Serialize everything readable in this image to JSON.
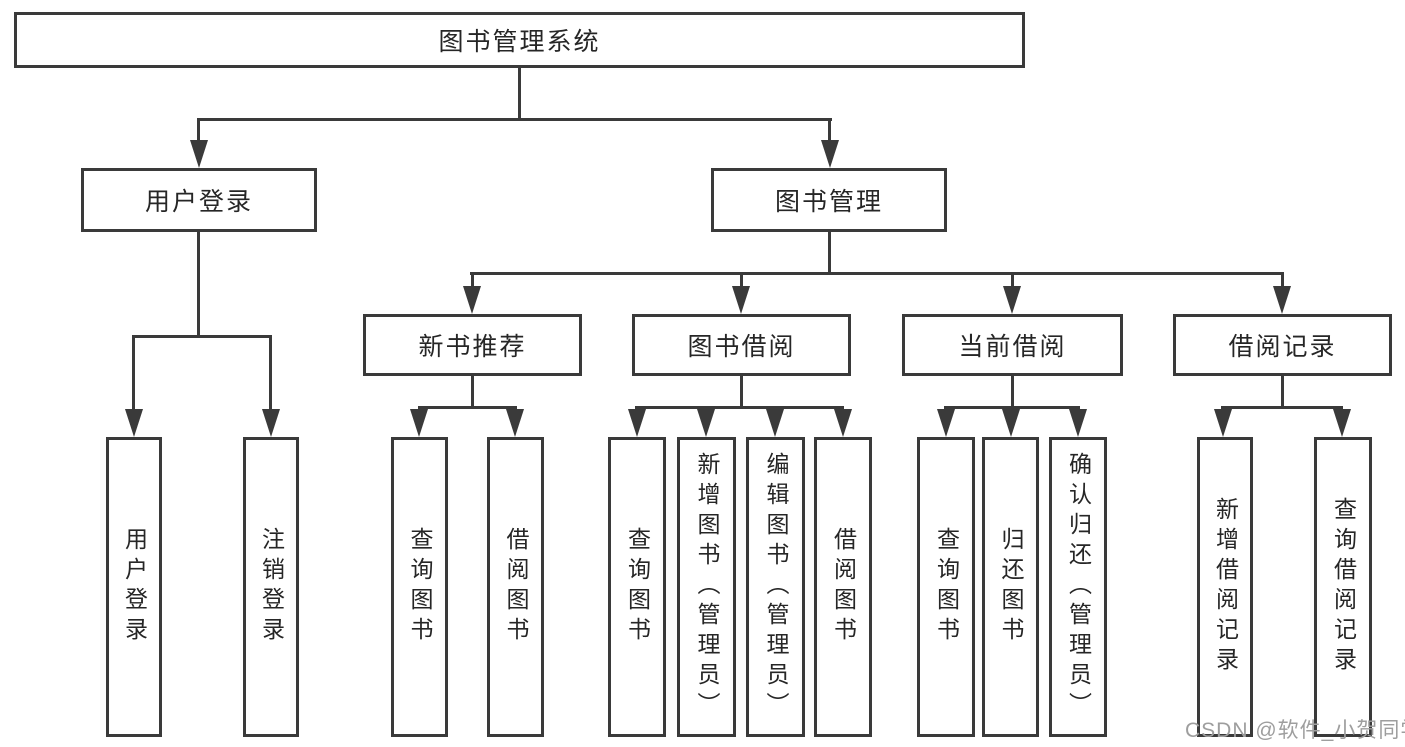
{
  "nodes": {
    "root": "图书管理系统",
    "level2": [
      "用户登录",
      "图书管理"
    ],
    "level3": [
      "新书推荐",
      "图书借阅",
      "当前借阅",
      "借阅记录"
    ],
    "leaves": {
      "user_login": [
        "用户登录",
        "注销登录"
      ],
      "new_book_recommend": [
        "查询图书",
        "借阅图书"
      ],
      "book_borrow": [
        "查询图书",
        "新增图书（管理员）",
        "编辑图书（管理员）",
        "借阅图书"
      ],
      "current_borrow": [
        "查询图书",
        "归还图书",
        "确认归还（管理员）"
      ],
      "borrow_records": [
        "新增借阅记录",
        "查询借阅记录"
      ]
    }
  },
  "watermark": "CSDN @软件_小贺同学",
  "colors": {
    "line": "#3a3a3a",
    "text": "#262626",
    "background": "#ffffff",
    "watermark": "#9e9e9e"
  }
}
